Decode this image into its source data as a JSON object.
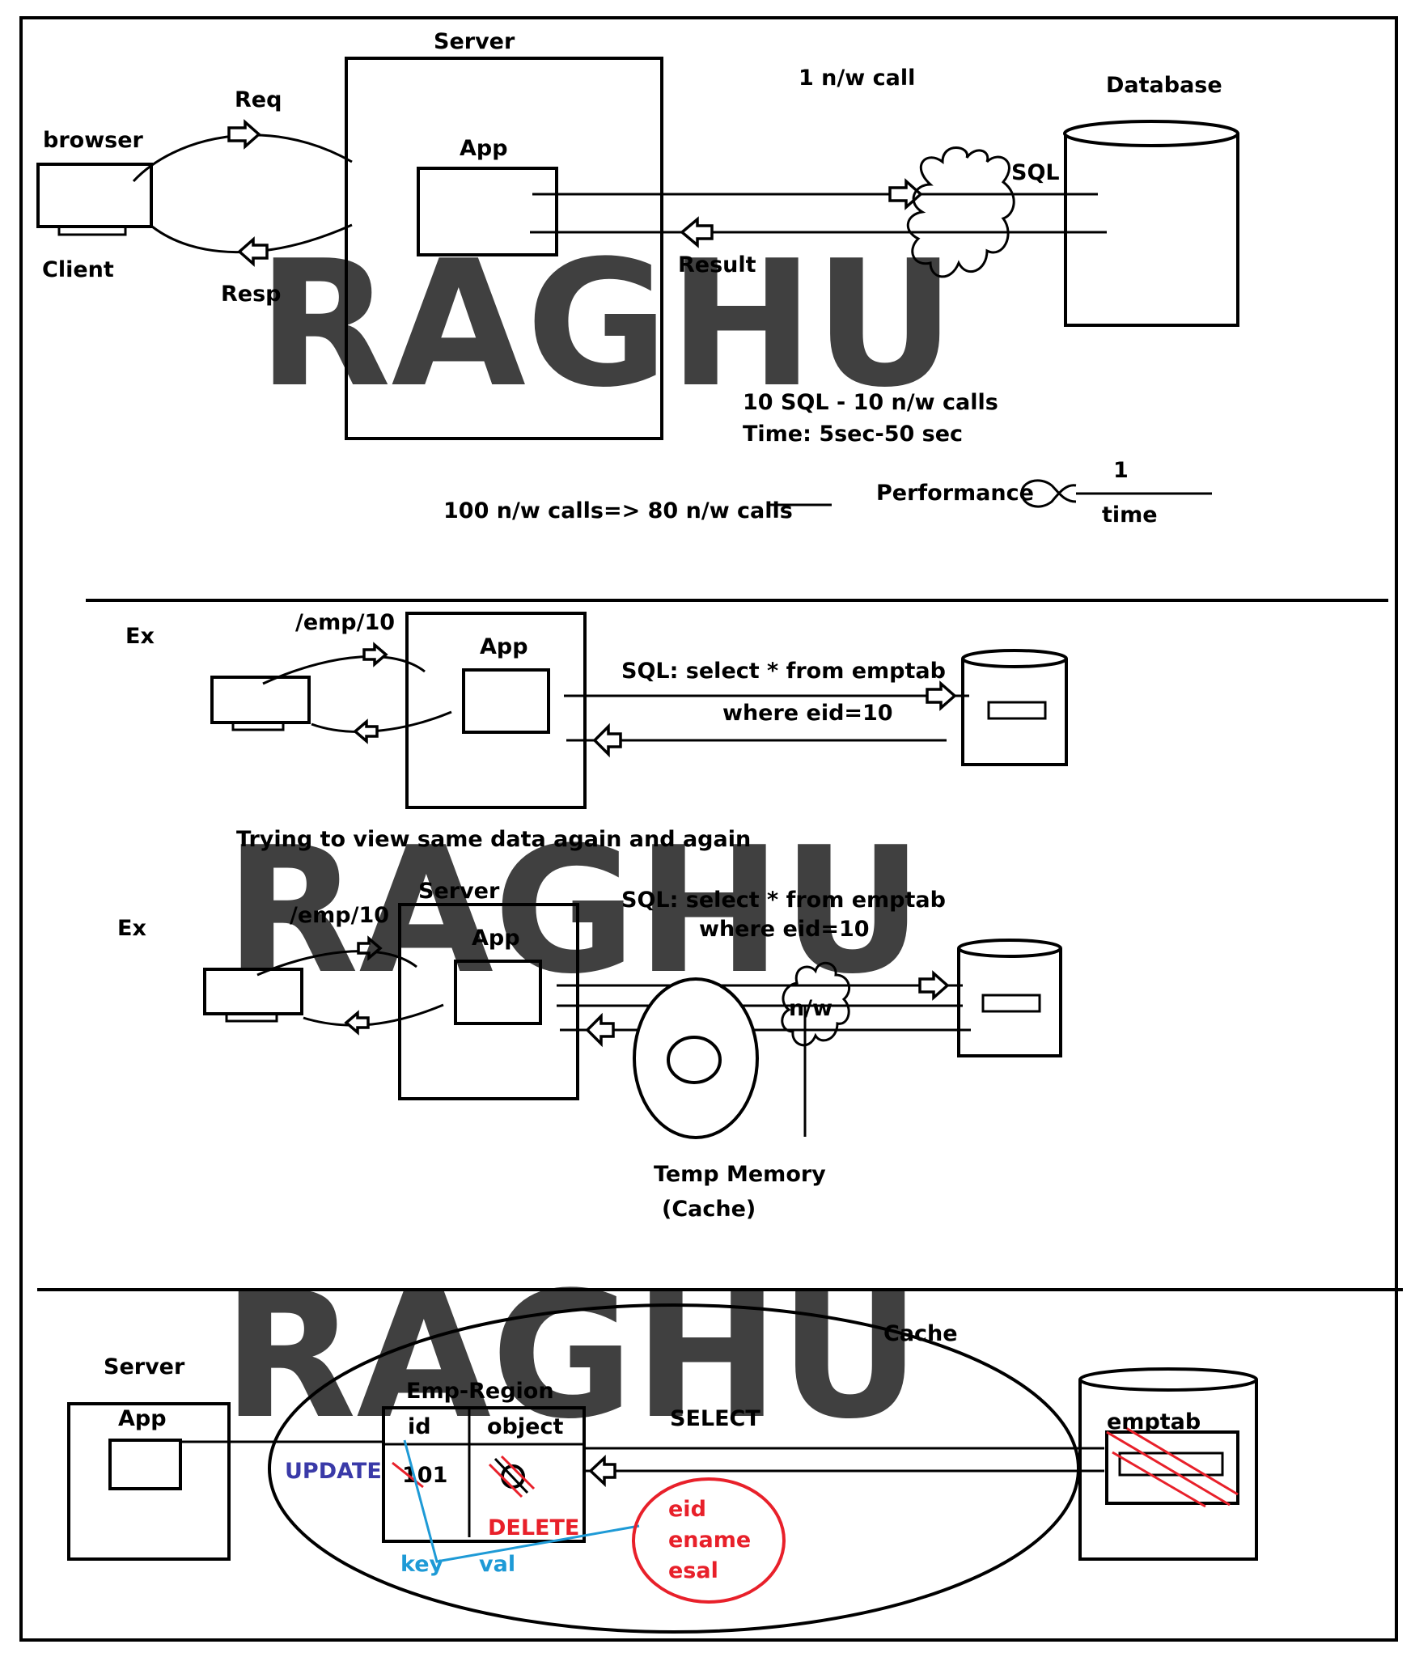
{
  "colors": {
    "watermark": "#a89fd6",
    "red": "#e8202a",
    "blue": "#1e9ad6",
    "update_blue": "#3a3aa8"
  },
  "watermark": "RAGHU",
  "section1": {
    "server": "Server",
    "app": "App",
    "one_call": "1 n/w call",
    "database": "Database",
    "req": "Req",
    "browser": "browser",
    "client": "Client",
    "resp": "Resp",
    "sql": "SQL",
    "result": "Result",
    "calls_line1": "10 SQL - 10 n/w calls",
    "calls_line2": "Time: 5sec-50 sec",
    "reduce": "100 n/w calls=> 80 n/w calls",
    "performance": "Performance",
    "numerator": "1",
    "denominator": "time"
  },
  "section2": {
    "ex": "Ex",
    "path": "/emp/10",
    "app": "App",
    "sql_line1": "SQL: select * from emptab",
    "sql_line2": "where eid=10",
    "note": "Trying to view same data again and again"
  },
  "section3": {
    "ex": "Ex",
    "path": "/emp/10",
    "server": "Server",
    "app": "App",
    "sql_line1": "SQL: select * from emptab",
    "sql_line2": "where eid=10",
    "nw": "n/w",
    "temp_memory": "Temp Memory",
    "cache_paren": "(Cache)"
  },
  "section4": {
    "cache": "Cache",
    "server": "Server",
    "app": "App",
    "region": "Emp-Region",
    "col_id": "id",
    "col_object": "object",
    "id_value": "101",
    "select": "SELECT",
    "update": "UPDATE",
    "delete": "DELETE",
    "key": "key",
    "val": "val",
    "emptab": "emptab",
    "fields": [
      "eid",
      "ename",
      "esal"
    ]
  }
}
